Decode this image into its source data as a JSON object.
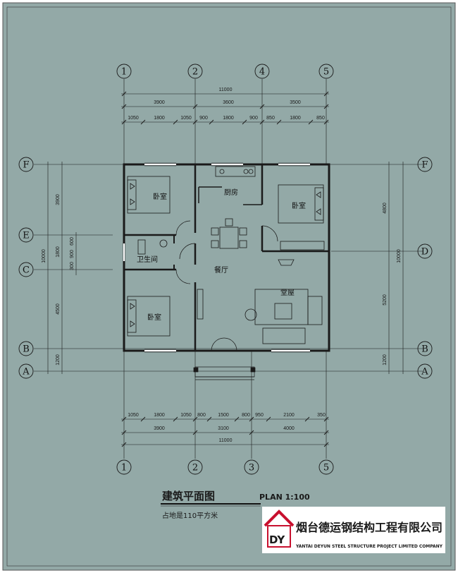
{
  "title": "建筑平面图",
  "plan_scale": "PLAN 1:100",
  "area_note": "占地是110平方米",
  "company": {
    "name_cn": "烟台德运钢结构工程有限公司",
    "name_en": "YANTAI DEYUN STEEL STRUCTURE PROJECT LIMITED COMPANY",
    "logo_letters": "DY"
  },
  "axes": {
    "top": [
      "1",
      "2",
      "4",
      "5"
    ],
    "bottom": [
      "1",
      "2",
      "3",
      "5"
    ],
    "left": [
      "F",
      "E",
      "C",
      "B",
      "A"
    ],
    "right": [
      "F",
      "D",
      "B",
      "A"
    ]
  },
  "dims_top": {
    "total": "11000",
    "mid": [
      "3900",
      "3600",
      "3500"
    ],
    "detail": [
      "1050",
      "1800",
      "1050",
      "900",
      "1800",
      "900",
      "850",
      "1800",
      "850"
    ]
  },
  "dims_bottom": {
    "detail": [
      "1050",
      "1800",
      "1050",
      "800",
      "1500",
      "800",
      "950",
      "2100",
      "350"
    ],
    "mid": [
      "3900",
      "3100",
      "4000"
    ],
    "total": "11000"
  },
  "dims_left": {
    "outer": [
      "3900",
      "1800",
      "4500",
      "1200"
    ],
    "total": "10000",
    "inner": [
      "600",
      "900",
      "300"
    ]
  },
  "dims_right": {
    "outer": [
      "4800",
      "5200",
      "1200"
    ],
    "total": "10000"
  },
  "rooms": {
    "bedroom_nw": "卧室",
    "kitchen": "厨房",
    "bedroom_ne": "卧室",
    "bathroom": "卫生间",
    "dining": "餐厅",
    "living": "堂屋",
    "bedroom_sw": "卧室"
  },
  "colors": {
    "background": "#93a9a7",
    "line": "#1a1a1a",
    "logo_red": "#c8102e"
  }
}
